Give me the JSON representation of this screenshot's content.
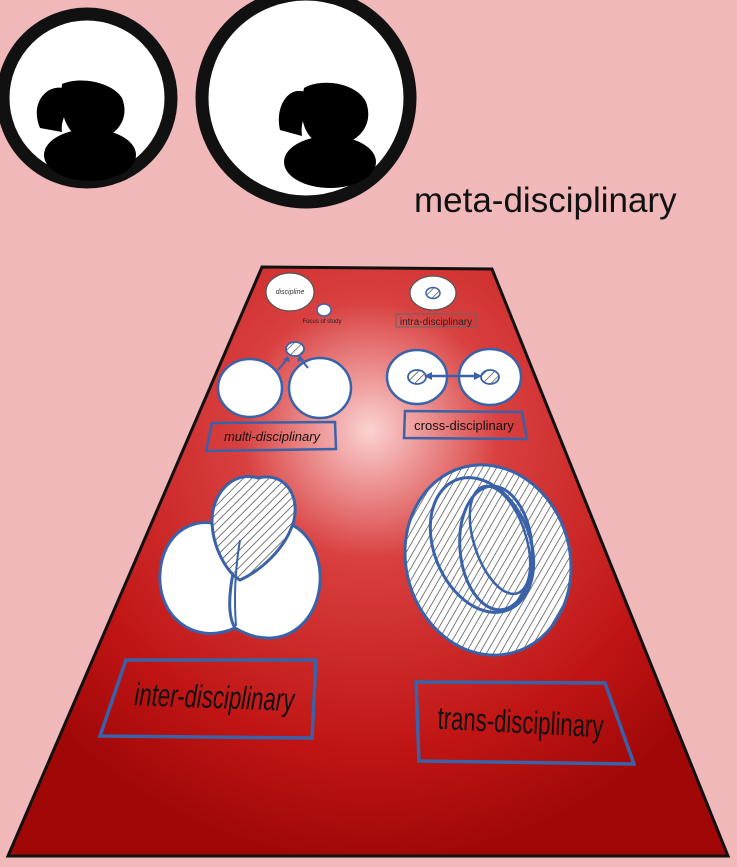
{
  "title": "meta-disciplinary",
  "colors": {
    "background": "#f0b8b8",
    "board": "#c01818",
    "outline": "#3a62a8",
    "eye": "#ffffff",
    "pupil": "#000000"
  },
  "labels": {
    "discipline": "discipline",
    "focus": "Focus of study",
    "intra": "intra-disciplinary",
    "multi": "multi-disciplinary",
    "cross": "cross-disciplinary",
    "inter": "inter-disciplinary",
    "trans": "trans-disciplinary"
  }
}
